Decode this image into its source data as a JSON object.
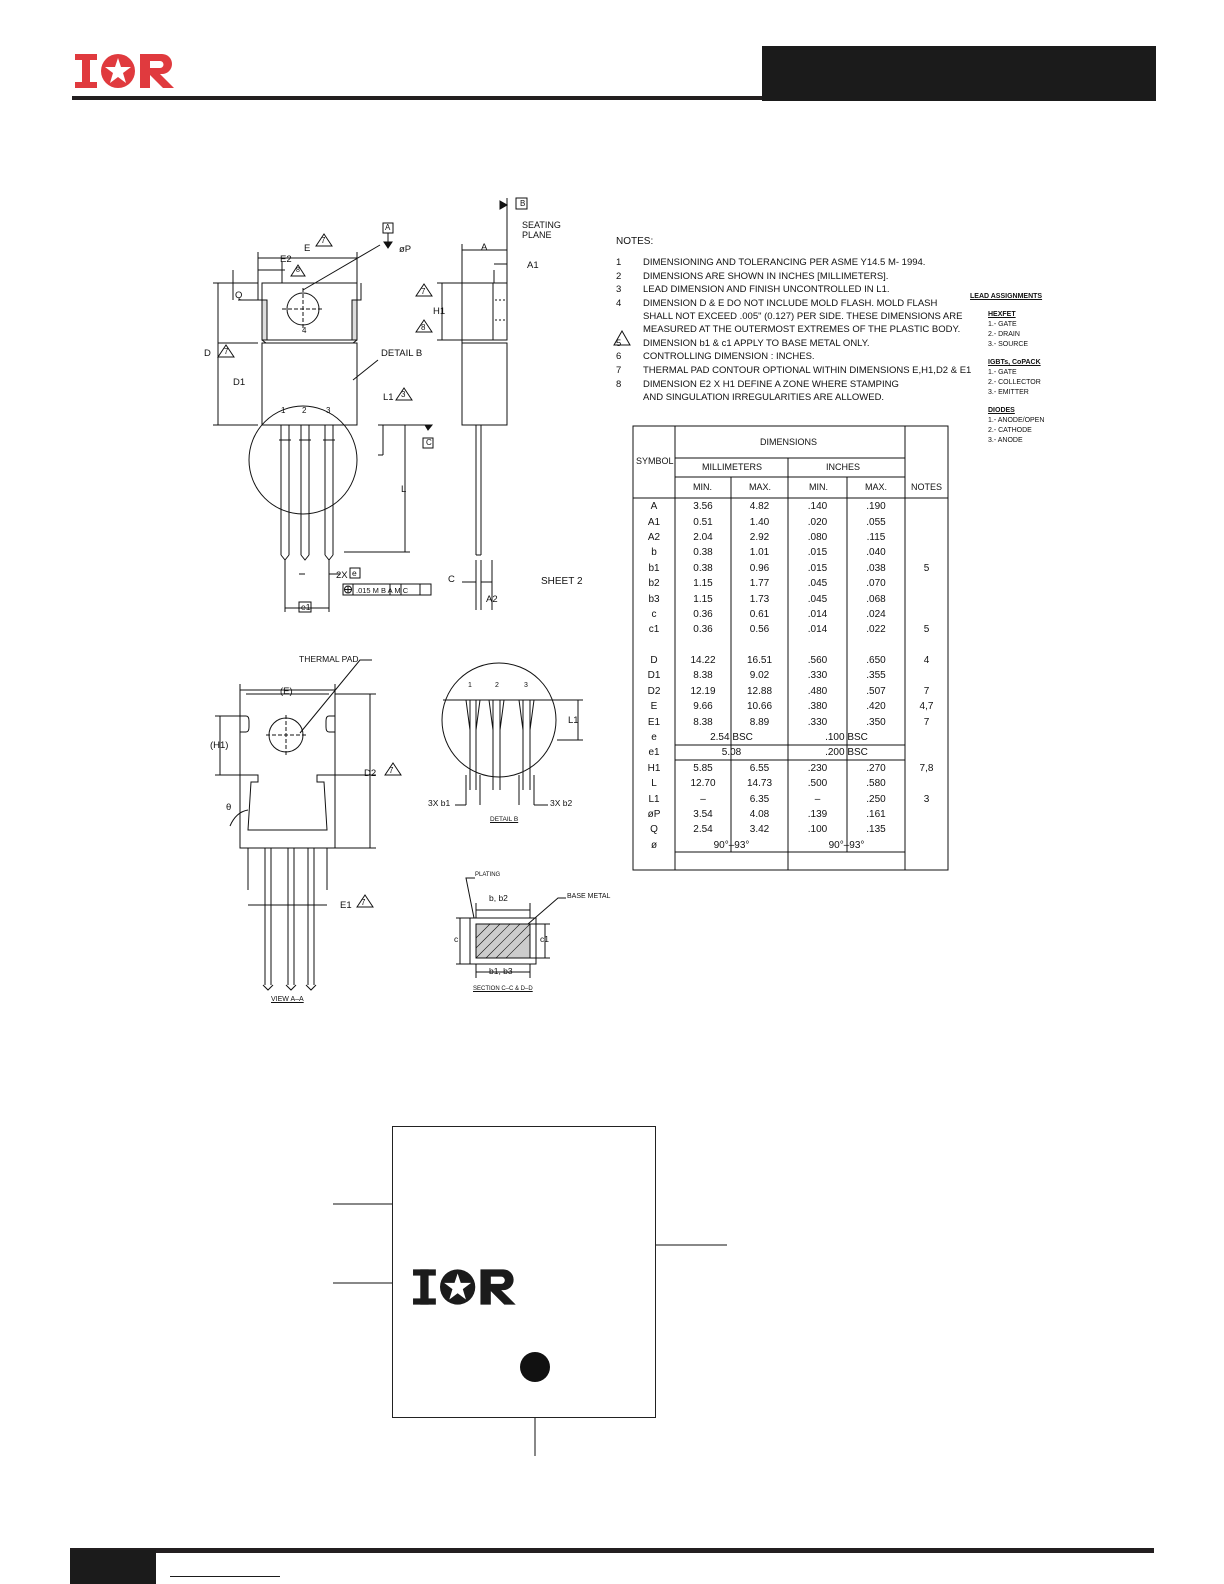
{
  "header": {
    "logo_text": "IOR"
  },
  "package_drawing": {
    "labels": {
      "seating_plane_1": "SEATING",
      "seating_plane_2": "PLANE",
      "datum_a": "A",
      "datum_b": "B",
      "datum_c": "C",
      "dim_E": "E",
      "dim_E2": "E2",
      "dim_oP": "øP",
      "dim_A": "A",
      "dim_A1": "A1",
      "dim_A2": "A2",
      "dim_Q": "Q",
      "dim_D": "D",
      "dim_D1": "D1",
      "dim_H1": "H1",
      "dim_L": "L",
      "dim_L1": "L1",
      "dim_c": "C",
      "dim_e1": "e1",
      "two_x_e": "2X",
      "e_box": "e",
      "detail_b": "DETAIL  B",
      "pin_1": "1",
      "pin_2": "2",
      "pin_3": "3",
      "pin_4": "4",
      "flag_7": "7",
      "flag_8": "8",
      "flag_5": "5",
      "flag_3": "3",
      "tol_frame": ".015 M B A M C",
      "sheet": "SHEET  2",
      "thermal_pad": "THERMAL  PAD",
      "dim_E_paren": "(E)",
      "dim_H1_paren": "(H1)",
      "dim_D2": "D2",
      "dim_E1": "E1",
      "theta": "θ",
      "view_aa": "VIEW  A–A",
      "three_x_b1": "3X  b1",
      "three_x_b2": "3X  b2",
      "detail_b_caption": "DETAIL  B",
      "plating": "PLATING",
      "b_b2": "b,  b2",
      "base_metal": "BASE  METAL",
      "dim_c_sec": "c",
      "dim_c1_sec": "c1",
      "b1_b3": "b1,  b3",
      "section_caption": "SECTION  C–C  &  D–D"
    }
  },
  "notes": {
    "title": "NOTES:",
    "items": [
      {
        "num": "1",
        "text": "DIMENSIONING AND TOLERANCING PER ASME Y14.5 M- 1994."
      },
      {
        "num": "2",
        "text": "DIMENSIONS ARE SHOWN IN INCHES [MILLIMETERS]."
      },
      {
        "num": "3",
        "text": "LEAD DIMENSION AND FINISH UNCONTROLLED IN L1."
      },
      {
        "num": "4",
        "text": "DIMENSION D & E DO NOT INCLUDE MOLD FLASH. MOLD FLASH"
      },
      {
        "num": "",
        "text": "SHALL NOT EXCEED .005\" (0.127) PER SIDE. THESE DIMENSIONS ARE"
      },
      {
        "num": "",
        "text": "MEASURED AT THE OUTERMOST EXTREMES OF THE PLASTIC BODY."
      },
      {
        "num": "5",
        "text": "DIMENSION b1 & c1 APPLY TO BASE METAL ONLY."
      },
      {
        "num": "6",
        "text": "CONTROLLING DIMENSION : INCHES."
      },
      {
        "num": "7",
        "text": "THERMAL PAD CONTOUR OPTIONAL WITHIN DIMENSIONS E,H1,D2 & E1"
      },
      {
        "num": "8",
        "text": "DIMENSION E2 X H1 DEFINE A ZONE WHERE STAMPING"
      },
      {
        "num": "",
        "text": "AND SINGULATION IRREGULARITIES ARE ALLOWED."
      }
    ]
  },
  "lead_assignments": {
    "title": "LEAD ASSIGNMENTS",
    "groups": [
      {
        "heading": "HEXFET",
        "items": [
          "1.- GATE",
          "2.- DRAIN",
          "3.- SOURCE"
        ]
      },
      {
        "heading": "IGBTs, CoPACK",
        "items": [
          "1.- GATE",
          "2.- COLLECTOR",
          "3.- EMITTER"
        ]
      },
      {
        "heading": "DIODES",
        "items": [
          "1.- ANODE/OPEN",
          "2.- CATHODE",
          "3.- ANODE"
        ]
      }
    ]
  },
  "dimensions_table": {
    "headers": {
      "symbol": "SYMBOL",
      "dimensions": "DIMENSIONS",
      "millimeters": "MILLIMETERS",
      "inches": "INCHES",
      "min": "MIN.",
      "max": "MAX.",
      "notes": "NOTES"
    },
    "rows": [
      [
        "A",
        "3.56",
        "4.82",
        ".140",
        ".190",
        ""
      ],
      [
        "A1",
        "0.51",
        "1.40",
        ".020",
        ".055",
        ""
      ],
      [
        "A2",
        "2.04",
        "2.92",
        ".080",
        ".115",
        ""
      ],
      [
        "b",
        "0.38",
        "1.01",
        ".015",
        ".040",
        ""
      ],
      [
        "b1",
        "0.38",
        "0.96",
        ".015",
        ".038",
        "5"
      ],
      [
        "b2",
        "1.15",
        "1.77",
        ".045",
        ".070",
        ""
      ],
      [
        "b3",
        "1.15",
        "1.73",
        ".045",
        ".068",
        ""
      ],
      [
        "c",
        "0.36",
        "0.61",
        ".014",
        ".024",
        ""
      ],
      [
        "c1",
        "0.36",
        "0.56",
        ".014",
        ".022",
        "5"
      ],
      [
        "",
        "",
        "",
        "",
        "",
        ""
      ],
      [
        "D",
        "14.22",
        "16.51",
        ".560",
        ".650",
        "4"
      ],
      [
        "D1",
        "8.38",
        "9.02",
        ".330",
        ".355",
        ""
      ],
      [
        "D2",
        "12.19",
        "12.88",
        ".480",
        ".507",
        "7"
      ],
      [
        "E",
        "9.66",
        "10.66",
        ".380",
        ".420",
        "4,7"
      ],
      [
        "E1",
        "8.38",
        "8.89",
        ".330",
        ".350",
        "7"
      ],
      [
        "e",
        "2.54  BSC",
        "",
        ".100  BSC",
        "",
        ""
      ],
      [
        "e1",
        "5.08",
        "",
        ".200  BSC",
        "",
        ""
      ],
      [
        "H1",
        "5.85",
        "6.55",
        ".230",
        ".270",
        "7,8"
      ],
      [
        "L",
        "12.70",
        "14.73",
        ".500",
        ".580",
        ""
      ],
      [
        "L1",
        "–",
        "6.35",
        "–",
        ".250",
        "3"
      ],
      [
        "øP",
        "3.54",
        "4.08",
        ".139",
        ".161",
        ""
      ],
      [
        "Q",
        "2.54",
        "3.42",
        ".100",
        ".135",
        ""
      ],
      [
        "ø",
        "90°–93°",
        "",
        "90°–93°",
        "",
        ""
      ]
    ]
  },
  "marking": {
    "logo_text": "IOR"
  }
}
